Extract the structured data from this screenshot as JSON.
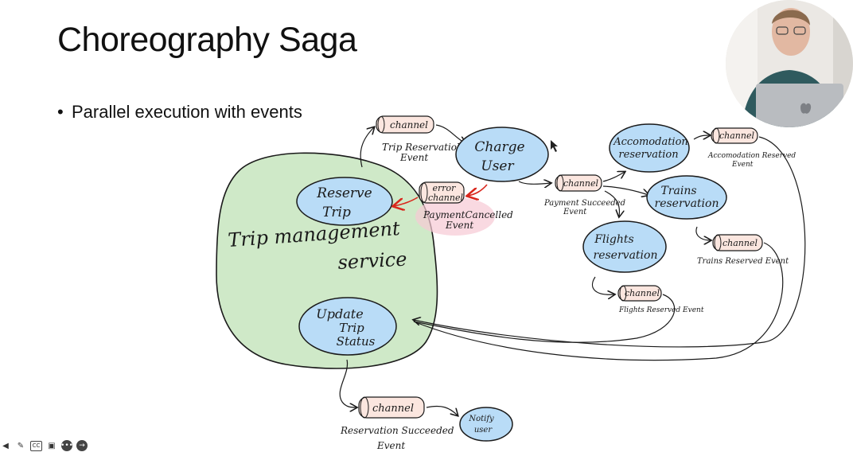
{
  "slide": {
    "title": "Choreography Saga",
    "bullets": [
      "Parallel execution with events"
    ]
  },
  "diagram": {
    "service_label_line1": "Trip management",
    "service_label_line2": "service",
    "nodes": {
      "reserve_trip": [
        "Reserve",
        "Trip"
      ],
      "charge_user": [
        "Charge",
        "User"
      ],
      "update_trip_status": [
        "Update",
        "Trip",
        "Status"
      ],
      "accomodation_reservation": [
        "Accomodation",
        "reservation"
      ],
      "trains_reservation": [
        "Trains",
        "reservation"
      ],
      "flights_reservation": [
        "Flights",
        "reservation"
      ],
      "notify_user": [
        "Notify",
        "user"
      ]
    },
    "channels": {
      "channel_label": "channel",
      "error_channel": [
        "error",
        "channel"
      ]
    },
    "events": {
      "trip_reservation": [
        "Trip Reservation",
        "Event"
      ],
      "payment_cancelled": [
        "PaymentCancelled",
        "Event"
      ],
      "payment_succeeded": [
        "Payment Succeeded",
        "Event"
      ],
      "accomodation_reserved": [
        "Accomodation Reserved",
        "Event"
      ],
      "trains_reserved": "Trains Reserved Event",
      "flights_reserved": "Flights Reserved Event",
      "reservation_succeeded": [
        "Reservation Succeeded",
        "Event"
      ]
    },
    "colors": {
      "service_fill": "#cfe9c8",
      "node_fill": "#b9dcf7",
      "channel_fill": "#fbe6df",
      "error_highlight": "#f7c9d4",
      "error_arrow": "#d9261c",
      "ink": "#1a1a1a"
    }
  },
  "toolbar": {
    "icons": [
      "pointer-icon",
      "pen-icon",
      "captions-icon",
      "video-icon",
      "more-icon",
      "next-icon"
    ],
    "cc_label": "CC"
  }
}
